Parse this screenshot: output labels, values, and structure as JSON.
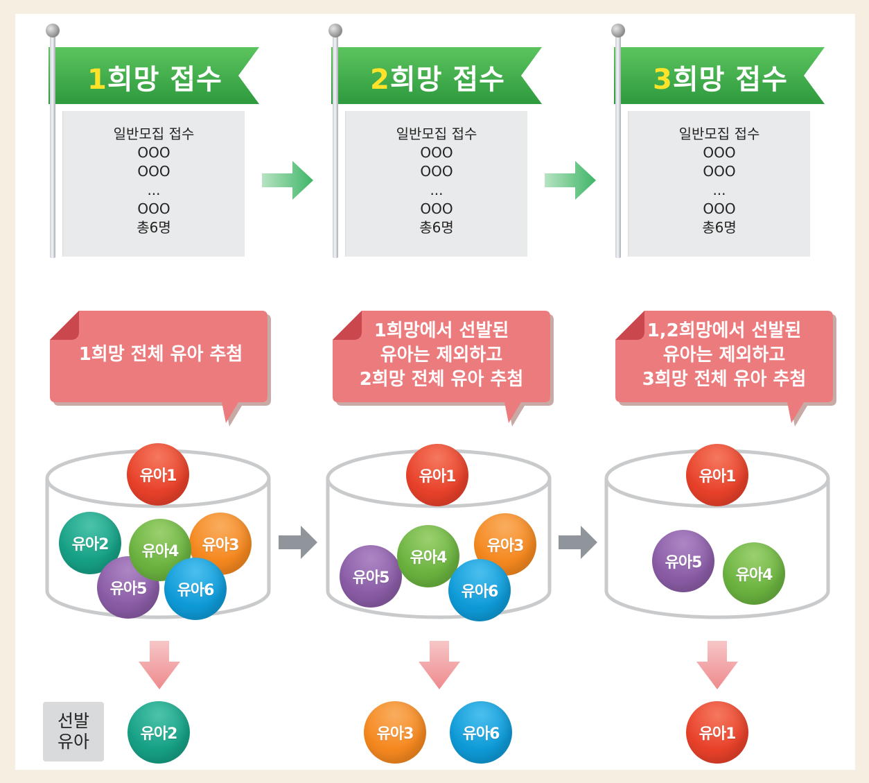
{
  "stages": [
    {
      "flag_number": "1",
      "flag_text": "희망 접수",
      "card_lines": [
        "일반모집 접수",
        "OOO",
        "OOO",
        "...",
        "OOO",
        "총6명"
      ],
      "bubble_lines": [
        "1희망 전체 유아 추첨"
      ],
      "selected": [
        "유아2"
      ]
    },
    {
      "flag_number": "2",
      "flag_text": "희망 접수",
      "card_lines": [
        "일반모집 접수",
        "OOO",
        "OOO",
        "...",
        "OOO",
        "총6명"
      ],
      "bubble_lines": [
        "1희망에서 선발된",
        "유아는 제외하고",
        "2희망 전체 유아 추첨"
      ],
      "selected": [
        "유아3",
        "유아6"
      ]
    },
    {
      "flag_number": "3",
      "flag_text": "희망 접수",
      "card_lines": [
        "일반모집 접수",
        "OOO",
        "OOO",
        "...",
        "OOO",
        "총6명"
      ],
      "bubble_lines": [
        "1,2희망에서 선발된",
        "유아는 제외하고",
        "3희망 전체 유아 추첨"
      ],
      "selected": [
        "유아1"
      ]
    }
  ],
  "drums": [
    [
      "유아1",
      "유아2",
      "유아4",
      "유아3",
      "유아5",
      "유아6"
    ],
    [
      "유아1",
      "유아4",
      "유아3",
      "유아5",
      "유아6"
    ],
    [
      "유아1",
      "유아5",
      "유아4"
    ]
  ],
  "selected_label": [
    "선발",
    "유아"
  ],
  "colors": {
    "flag_green": "#3fae49",
    "flag_number": "#ffe22a",
    "bubble": "#ec7b7e",
    "arrow_green": "#5cc27a",
    "arrow_gray": "#8f959b",
    "arrow_pink": "#f09ea1",
    "유아1": "#e8412a",
    "유아2": "#16a085",
    "유아3": "#f5881f",
    "유아4": "#6ab23f",
    "유아5": "#8a5ca6",
    "유아6": "#0e9ad7"
  }
}
